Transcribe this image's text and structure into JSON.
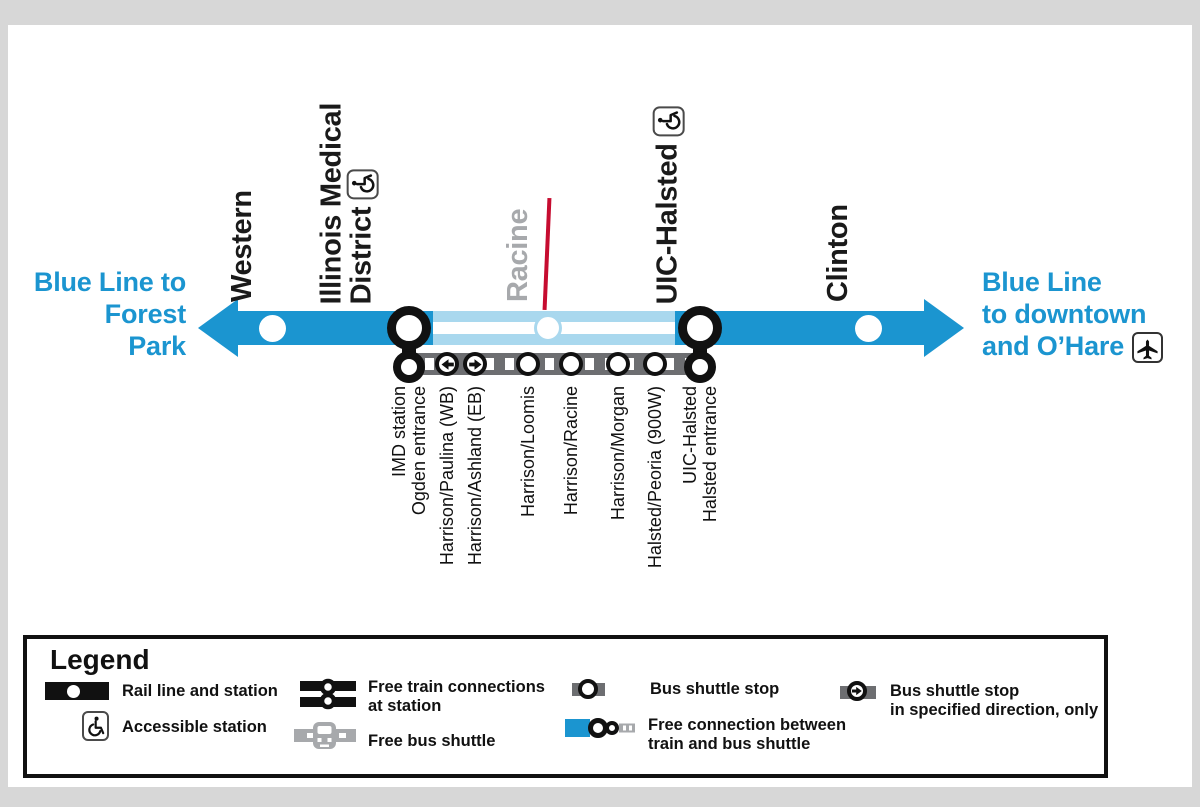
{
  "colors": {
    "blue": "#1b95d0",
    "light_blue": "#a9d8ee",
    "dark_gray": "#6d6e71",
    "mid_gray": "#a7a9ac",
    "red": "#c60c30",
    "black": "#111111"
  },
  "destinations": {
    "left": {
      "line1": "Blue Line to",
      "line2": "Forest",
      "line3": "Park"
    },
    "right": {
      "line1": "Blue Line",
      "line2": "to downtown",
      "line3": "and O’Hare",
      "icon": "airplane-icon"
    }
  },
  "stations": {
    "western": {
      "name": "Western"
    },
    "imd": {
      "line1": "Illinois Medical",
      "line2": "District",
      "accessible": true
    },
    "racine": {
      "name": "Racine",
      "closed": true
    },
    "uic": {
      "name": "UIC-Halsted",
      "accessible": true
    },
    "clinton": {
      "name": "Clinton"
    }
  },
  "shuttle_stops": {
    "imd": {
      "line1": "IMD station",
      "line2": "Ogden entrance"
    },
    "paulina": {
      "name": "Harrison/Paulina (WB)",
      "direction": "westbound"
    },
    "ashland": {
      "name": "Harrison/Ashland (EB)",
      "direction": "eastbound"
    },
    "loomis": {
      "name": "Harrison/Loomis"
    },
    "racine": {
      "name": "Harrison/Racine"
    },
    "morgan": {
      "name": "Harrison/Morgan"
    },
    "peoria": {
      "name": "Halsted/Peoria (900W)"
    },
    "uic": {
      "line1": "UIC-Halsted",
      "line2": "Halsted entrance"
    }
  },
  "legend": {
    "title": "Legend",
    "rail_line": {
      "label": "Rail line and station"
    },
    "accessible": {
      "label": "Accessible station"
    },
    "train_connections": {
      "line1": "Free train connections",
      "line2": "at station"
    },
    "free_bus_shuttle": {
      "label": "Free bus shuttle"
    },
    "bus_shuttle_stop": {
      "label": "Bus shuttle stop"
    },
    "free_connection": {
      "line1": "Free connection between",
      "line2": "train and bus shuttle"
    },
    "directional_stop": {
      "line1": "Bus shuttle stop",
      "line2": "in specified direction, only"
    }
  }
}
